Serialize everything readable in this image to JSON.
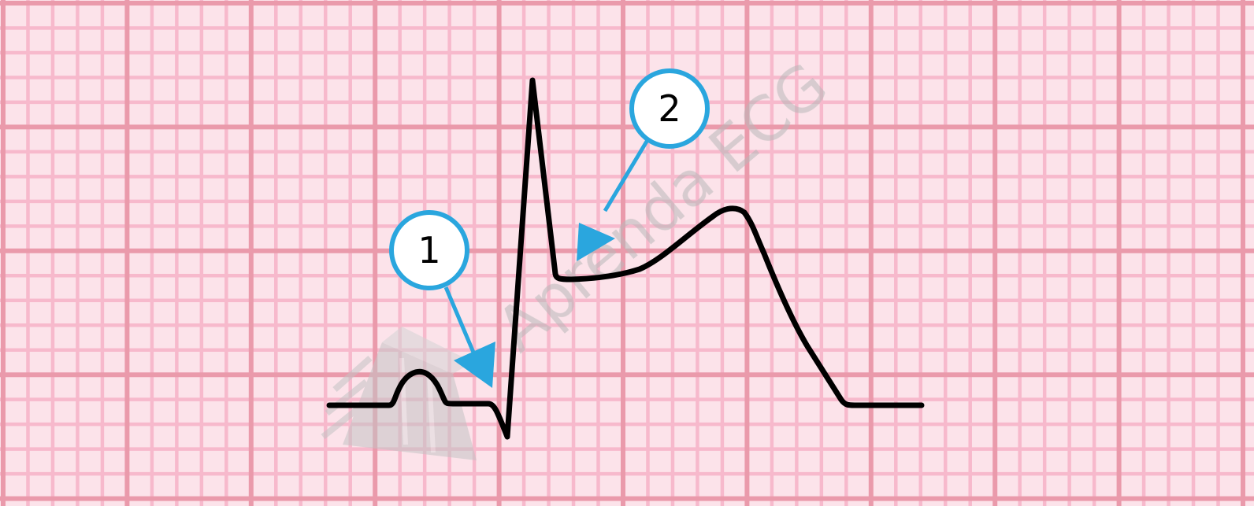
{
  "colors": {
    "paper_background": "#fce3ea",
    "minor_grid": "#f7b9cc",
    "major_grid": "#ea9aab",
    "trace": "#000000",
    "callout_accent": "#2aa6de",
    "callout_fill": "#ffffff",
    "watermark": "#b9b9b9"
  },
  "watermark": {
    "text": "Aprenda ECG",
    "logo_icon": "open-book-icon"
  },
  "callouts": [
    {
      "label": "1"
    },
    {
      "label": "2"
    }
  ]
}
